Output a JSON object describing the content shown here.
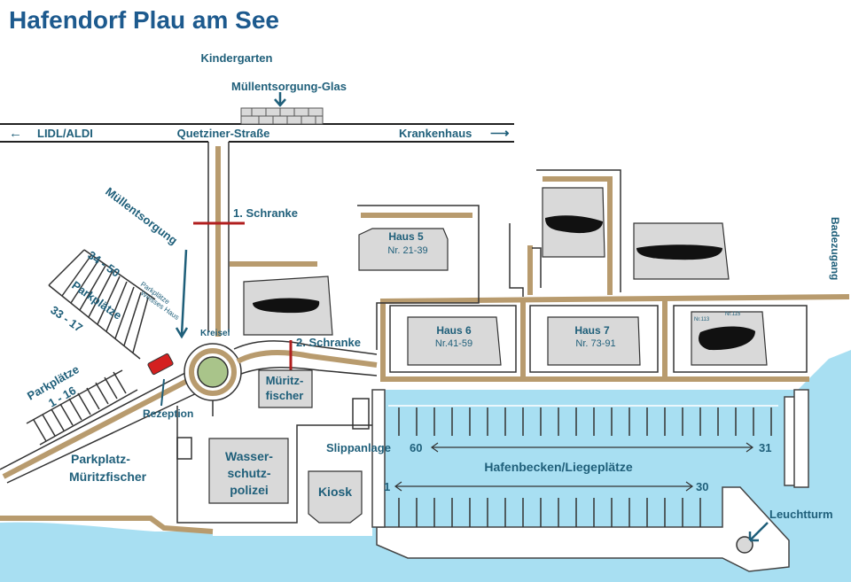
{
  "title": "Hafendorf Plau am See",
  "colors": {
    "title": "#1d5a8e",
    "label": "#1f5f7a",
    "water": "#a8dff2",
    "road": "#b89b6e",
    "building": "#d9d9d9",
    "barrier": "#b01e1e",
    "car": "#d42020"
  },
  "top": {
    "kindergarten": "Kindergarten",
    "muell_glas": "Müllentsorgung-Glas",
    "lidl": "LIDL/ALDI",
    "street": "Quetziner-Straße",
    "krankenhaus": "Krankenhaus",
    "arrow_left_icon": "left-arrow",
    "arrow_right_icon": "right-arrow"
  },
  "labels": {
    "schranke1": "1. Schranke",
    "schranke2": "2. Schranke",
    "muellentsorgung": "Müllentsorgung",
    "kreisel": "Kreisel",
    "rezeption": "Rezeption",
    "badezugang": "Badezugang",
    "slipanlage": "Slippanlage",
    "hafenbecken": "Hafenbecken/Liegeplätze",
    "leuchtturm": "Leuchtturm",
    "kiosk": "Kiosk"
  },
  "parking": {
    "p1_range": "34 - 50",
    "p1_name": "Parkplätze",
    "p1_sub1": "Parkplätze",
    "p1_sub2": "Weisses Haus",
    "p2_range": "33 - 17",
    "p3_name": "Parkplätze",
    "p3_range": "1 - 16",
    "p4_line1": "Parkplatz-",
    "p4_line2": "Müritzfischer"
  },
  "buildings": {
    "haus5": {
      "name": "Haus 5",
      "nr": "Nr. 21-39"
    },
    "haus6": {
      "name": "Haus 6",
      "nr": "Nr.41-59"
    },
    "haus7": {
      "name": "Haus 7",
      "nr": "Nr. 73-91"
    },
    "nr113": "Nr.113",
    "nr115": "Nr.115",
    "mueritzfischer1": "Müritz-",
    "mueritzfischer2": "fischer",
    "wasser1": "Wasser-",
    "wasser2": "schutz-",
    "wasser3": "polizei"
  },
  "berths": {
    "upper_left": "60",
    "upper_right": "31",
    "lower_left": "1",
    "lower_right": "30"
  }
}
